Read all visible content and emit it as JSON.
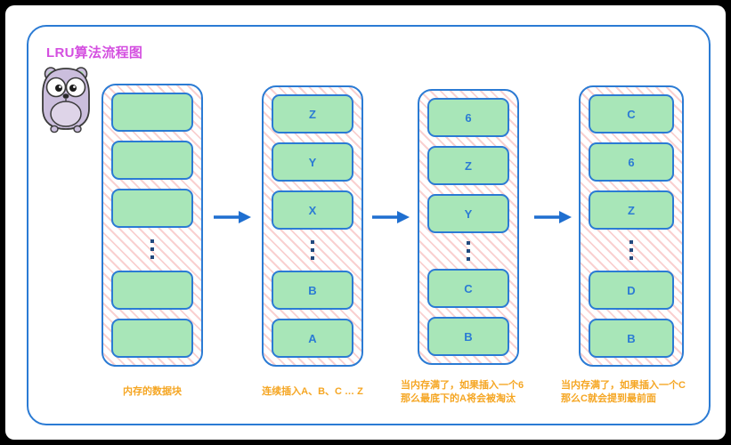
{
  "title": "LRU算法流程图",
  "colors": {
    "title": "#d44fe0",
    "box_fill": "#a8e6b8",
    "box_border": "#2b7bd4",
    "caption": "#f5a623",
    "hatch": "#f4aaaa",
    "frame": "#000000",
    "gopher_body": "#cbbedd"
  },
  "mascot": {
    "name": "go-gopher"
  },
  "ellipsis_glyph": "⋮",
  "columns": [
    {
      "id": "memory-blocks",
      "cells": [
        "",
        "",
        "",
        "",
        ""
      ],
      "ellipsis_after": 3,
      "caption": "内存的数据块",
      "caption_align": "center"
    },
    {
      "id": "sequential-insert",
      "cells": [
        "Z",
        "Y",
        "X",
        "B",
        "A"
      ],
      "ellipsis_after": 3,
      "caption": "连续插入A、B、C … Z",
      "caption_align": "center"
    },
    {
      "id": "evict-oldest",
      "cells": [
        "6",
        "Z",
        "Y",
        "C",
        "B"
      ],
      "ellipsis_after": 3,
      "caption": "当内存满了，如果插入一个6\n那么最底下的A将会被淘汰",
      "caption_align": "left"
    },
    {
      "id": "promote-existing",
      "cells": [
        "C",
        "6",
        "Z",
        "D",
        "B"
      ],
      "ellipsis_after": 3,
      "caption": "当内存满了，如果插入一个C\n那么C就会提到最前面",
      "caption_align": "left"
    }
  ],
  "arrows": [
    {
      "id": "arrow-1"
    },
    {
      "id": "arrow-2"
    },
    {
      "id": "arrow-3"
    }
  ]
}
